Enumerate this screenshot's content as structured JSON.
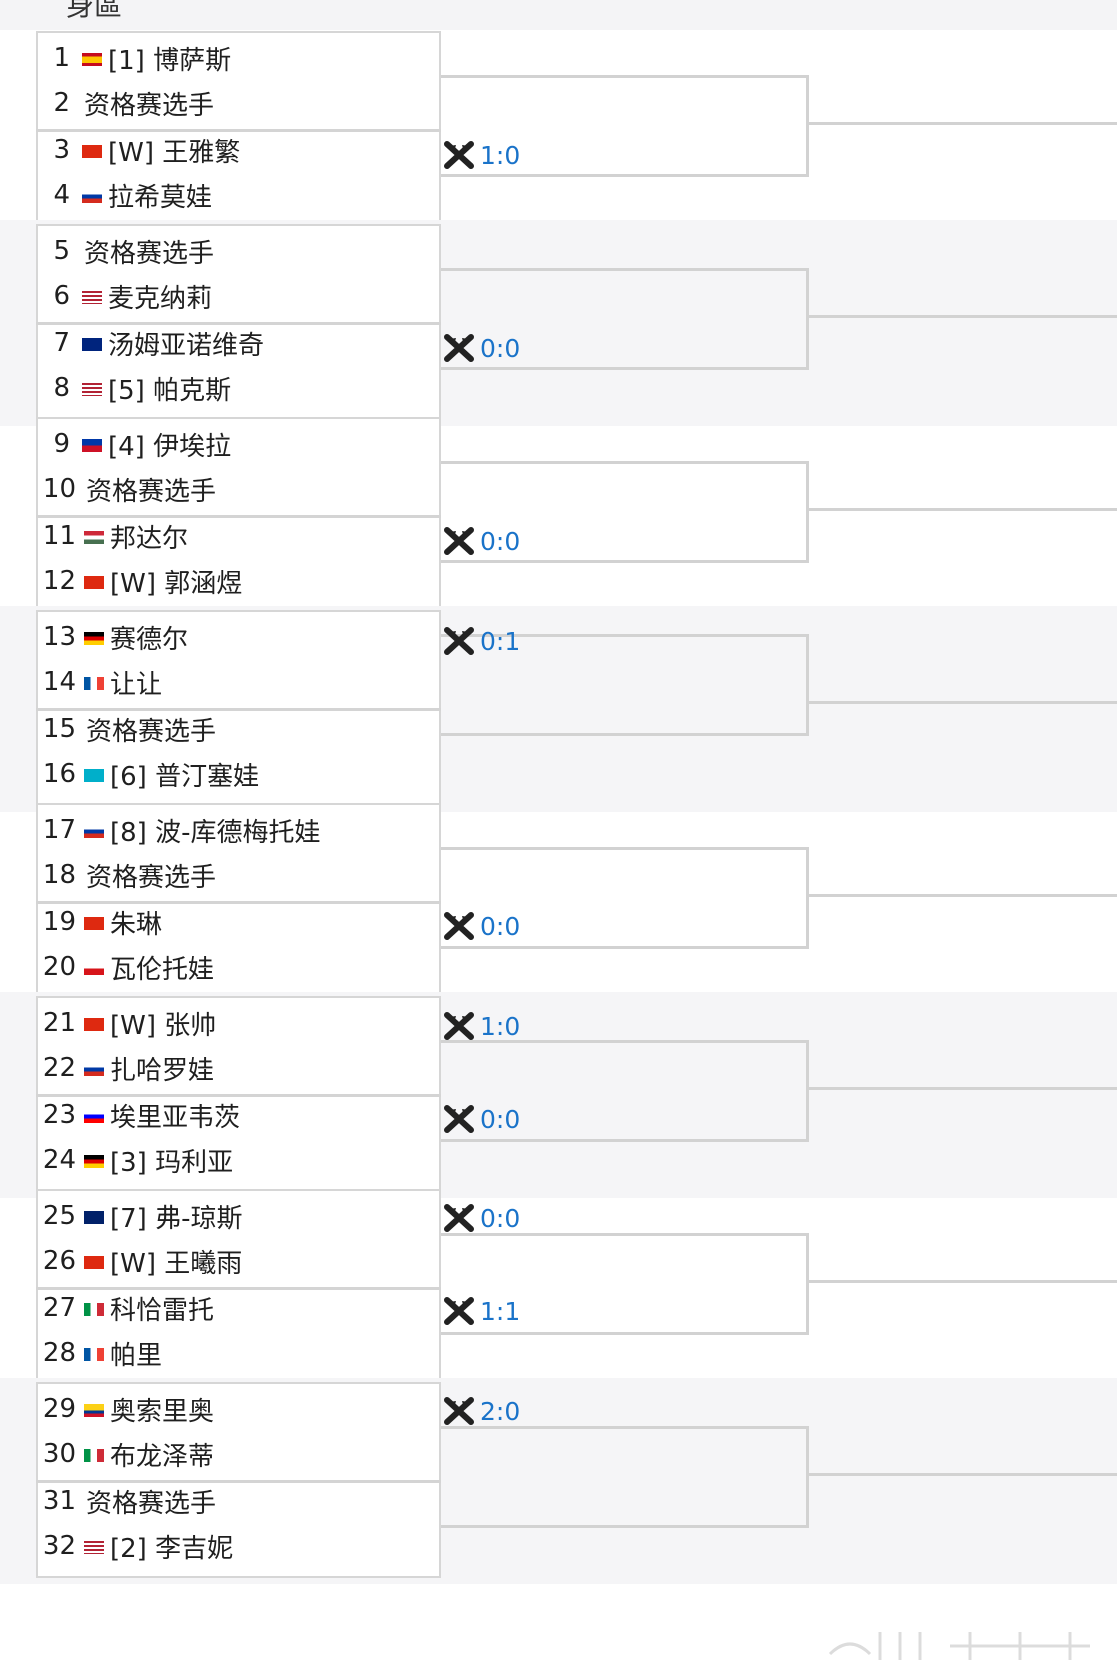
{
  "header": {
    "title": "身區"
  },
  "colors": {
    "score": "#1a73c9",
    "line": "#d2d2d2",
    "band": "#f5f5f7"
  },
  "matches": [
    {
      "num": "1",
      "flag": "ES",
      "name": "[1] 博萨斯"
    },
    {
      "num": "2",
      "flag": "",
      "name": "资格赛选手"
    },
    {
      "num": "3",
      "flag": "CN",
      "name": "[W] 王雅繁"
    },
    {
      "num": "4",
      "flag": "RU",
      "name": "拉希莫娃"
    },
    {
      "num": "5",
      "flag": "",
      "name": "资格赛选手"
    },
    {
      "num": "6",
      "flag": "US",
      "name": "麦克纳莉"
    },
    {
      "num": "7",
      "flag": "AU",
      "name": "汤姆亚诺维奇"
    },
    {
      "num": "8",
      "flag": "US",
      "name": "[5] 帕克斯"
    },
    {
      "num": "9",
      "flag": "PH",
      "name": "[4] 伊埃拉"
    },
    {
      "num": "10",
      "flag": "",
      "name": "资格赛选手"
    },
    {
      "num": "11",
      "flag": "HU",
      "name": "邦达尔"
    },
    {
      "num": "12",
      "flag": "CN",
      "name": "[W] 郭涵煜"
    },
    {
      "num": "13",
      "flag": "DE",
      "name": "赛德尔"
    },
    {
      "num": "14",
      "flag": "FR",
      "name": "让让"
    },
    {
      "num": "15",
      "flag": "",
      "name": "资格赛选手"
    },
    {
      "num": "16",
      "flag": "KZ",
      "name": "[6] 普汀塞娃"
    },
    {
      "num": "17",
      "flag": "RU",
      "name": "[8] 波-库德梅托娃"
    },
    {
      "num": "18",
      "flag": "",
      "name": "资格赛选手"
    },
    {
      "num": "19",
      "flag": "CN",
      "name": "朱琳"
    },
    {
      "num": "20",
      "flag": "CZ",
      "name": "瓦伦托娃"
    },
    {
      "num": "21",
      "flag": "CN",
      "name": "[W] 张帅"
    },
    {
      "num": "22",
      "flag": "RU",
      "name": "扎哈罗娃"
    },
    {
      "num": "23",
      "flag": "SI",
      "name": "埃里亚韦茨"
    },
    {
      "num": "24",
      "flag": "DE",
      "name": "[3] 玛利亚"
    },
    {
      "num": "25",
      "flag": "GB",
      "name": "[7] 弗-琼斯"
    },
    {
      "num": "26",
      "flag": "CN",
      "name": "[W] 王曦雨"
    },
    {
      "num": "27",
      "flag": "IT",
      "name": "科恰雷托"
    },
    {
      "num": "28",
      "flag": "FR",
      "name": "帕里"
    },
    {
      "num": "29",
      "flag": "CO",
      "name": "奥索里奥"
    },
    {
      "num": "30",
      "flag": "IT",
      "name": "布龙泽蒂"
    },
    {
      "num": "31",
      "flag": "",
      "name": "资格赛选手"
    },
    {
      "num": "32",
      "flag": "US",
      "name": "[2] 李吉妮"
    }
  ],
  "scores": [
    {
      "value": "1:0",
      "slot": "q1-mid"
    },
    {
      "value": "0:0",
      "slot": "q2-mid"
    },
    {
      "value": "0:0",
      "slot": "q3-mid"
    },
    {
      "value": "0:1",
      "slot": "q4-top"
    },
    {
      "value": "0:0",
      "slot": "q5-mid"
    },
    {
      "value": "1:0",
      "slot": "q6-top"
    },
    {
      "value": "0:0",
      "slot": "q6-mid"
    },
    {
      "value": "0:0",
      "slot": "q7-top"
    },
    {
      "value": "1:1",
      "slot": "q7-mid"
    },
    {
      "value": "2:0",
      "slot": "q8-top"
    }
  ]
}
